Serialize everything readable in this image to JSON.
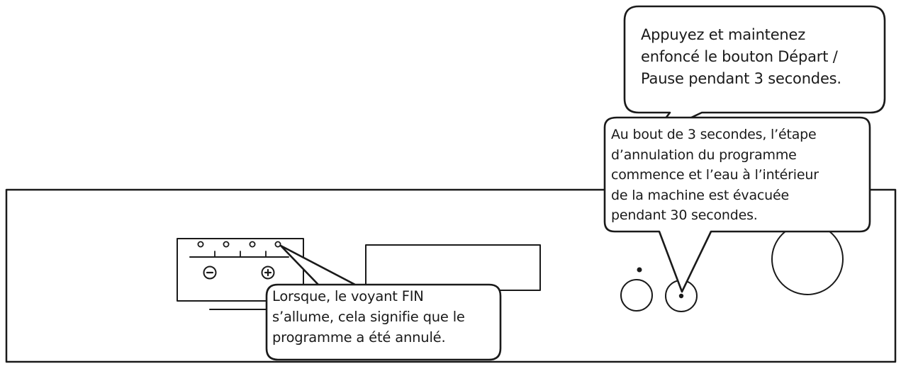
{
  "callouts": {
    "start_pause": "Appuyez et maintenez\nenfoncé le bouton Départ /\nPause pendant 3 secondes.",
    "cancel_step": "Au bout de 3 secondes, l’étape\nd’annulation du programme\ncommence et l’eau à l’intérieur\nde la machine est évacuée\npendant 30 secondes.",
    "end_light": "Lorsque, le voyant FIN\ns’allume, cela signifie que le\nprogramme a été annulé."
  },
  "panel": {
    "minus_symbol": "−",
    "plus_symbol": "+"
  },
  "colors": {
    "stroke": "#1a1a1a",
    "background": "#ffffff"
  }
}
